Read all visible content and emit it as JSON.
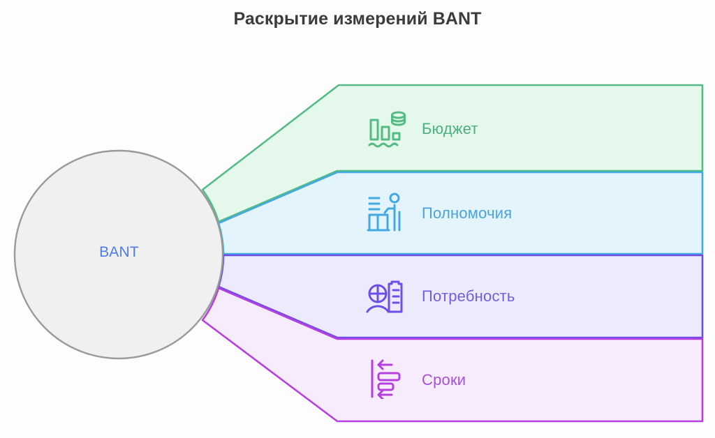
{
  "header": {
    "title": "Раскрытие измерений BANT"
  },
  "center": {
    "label": "BANT",
    "fill": "#f0f0f0",
    "stroke": "#9a9a9a",
    "text_color": "#4a7ced"
  },
  "bands": [
    {
      "id": "budget",
      "label": "Бюджет",
      "icon": "budget-bars-coins-icon",
      "fill": "#e4f9ec",
      "stroke": "#55bb85",
      "text_color": "#4caf7d"
    },
    {
      "id": "authority",
      "label": "Полномочия",
      "icon": "person-at-podium-icon",
      "fill": "#e4f4fc",
      "stroke": "#44a9e0",
      "text_color": "#4aa3d9"
    },
    {
      "id": "need",
      "label": "Потребность",
      "icon": "worker-clipboard-icon",
      "fill": "#edebfb",
      "stroke": "#6d4ee8",
      "text_color": "#6f5fe0"
    },
    {
      "id": "timeline",
      "label": "Сроки",
      "icon": "gantt-arrows-icon",
      "fill": "#f6ecfc",
      "stroke": "#b63fe0",
      "text_color": "#aa4fd8"
    }
  ],
  "canvas": {
    "background": "#fdfdfe"
  }
}
